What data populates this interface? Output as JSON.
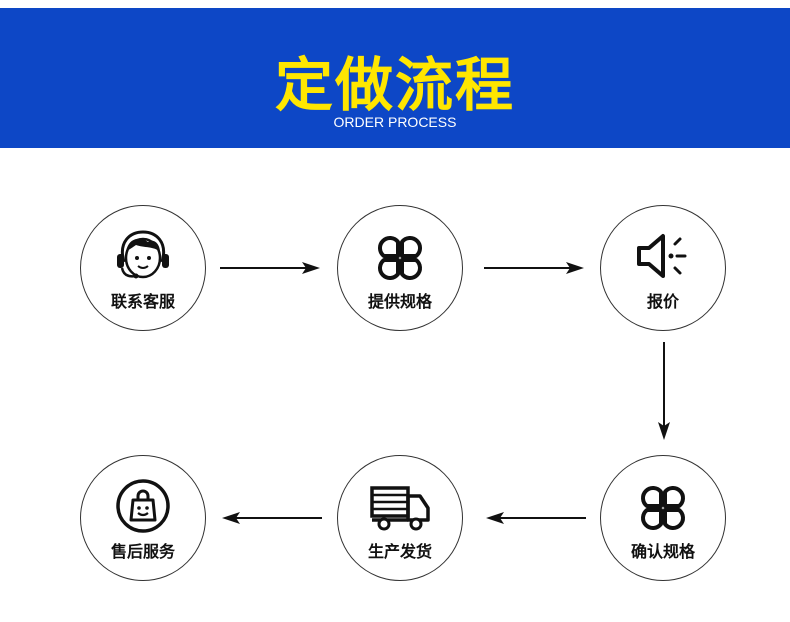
{
  "header": {
    "title": "定做流程",
    "subtitle": "ORDER PROCESS"
  },
  "steps": [
    {
      "label": "联系客服",
      "icon": "customer-service-headset-icon"
    },
    {
      "label": "提供规格",
      "icon": "four-petal-icon"
    },
    {
      "label": "报价",
      "icon": "speaker-icon"
    },
    {
      "label": "确认规格",
      "icon": "four-petal-icon"
    },
    {
      "label": "生产发货",
      "icon": "delivery-truck-icon"
    },
    {
      "label": "售后服务",
      "icon": "shopping-bag-icon"
    }
  ],
  "colors": {
    "banner": "#0d47c6",
    "title": "#ffe600",
    "subtitle": "#ffffff"
  }
}
